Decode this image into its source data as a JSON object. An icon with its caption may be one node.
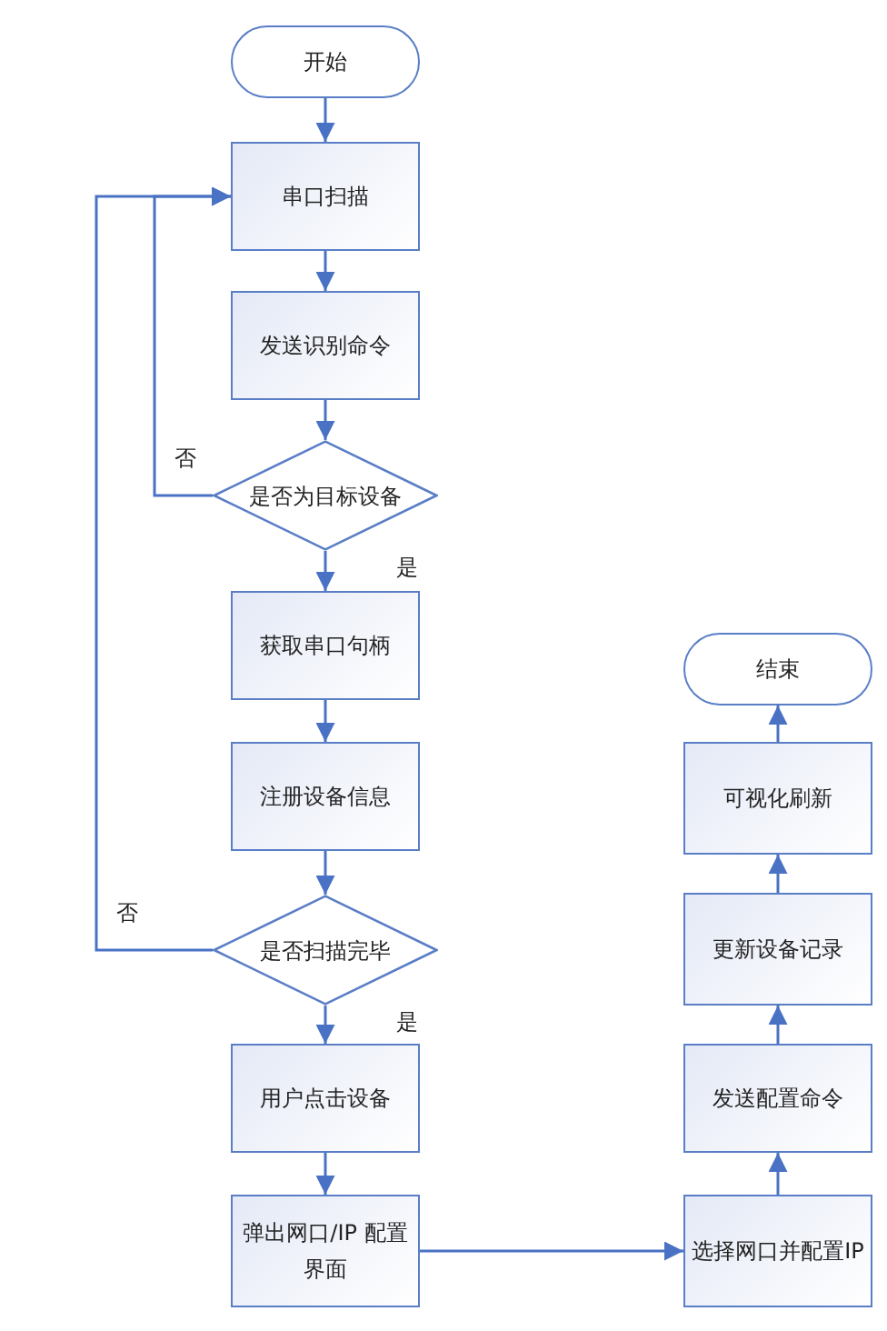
{
  "diagram": {
    "nodes": [
      {
        "text": [
          "开始"
        ]
      },
      {
        "text": [
          "串口扫描"
        ]
      },
      {
        "text": [
          "发送识别命令"
        ]
      },
      {
        "text": [
          "是否为目标设备"
        ]
      },
      {
        "text": [
          "获取串口句柄"
        ]
      },
      {
        "text": [
          "注册设备信息"
        ]
      },
      {
        "text": [
          "是否扫描完毕"
        ]
      },
      {
        "text": [
          "用户点击设备"
        ]
      },
      {
        "text": [
          "弹出网口/IP 配置界面"
        ]
      },
      {
        "text": [
          "选择网口并配置IP"
        ]
      },
      {
        "text": [
          "发送配置命令"
        ]
      },
      {
        "text": [
          "更新设备记录"
        ]
      },
      {
        "text": [
          "可视化刷新"
        ]
      },
      {
        "text": [
          "结束"
        ]
      }
    ],
    "edges": [
      {
        "from": 0,
        "to": 1,
        "arrow": "to"
      },
      {
        "from": 1,
        "to": 2,
        "arrow": "to"
      },
      {
        "from": 2,
        "to": 3,
        "arrow": "to"
      },
      {
        "from": 3,
        "to": 4,
        "arrow": "to",
        "label": "是"
      },
      {
        "from": 3,
        "to": 1,
        "arrow": "to",
        "label": "否"
      },
      {
        "from": 4,
        "to": 5,
        "arrow": "to"
      },
      {
        "from": 5,
        "to": 6,
        "arrow": "to"
      },
      {
        "from": 6,
        "to": 1,
        "arrow": "to",
        "label": "否"
      },
      {
        "from": 6,
        "to": 7,
        "arrow": "to",
        "label": "是"
      },
      {
        "from": 7,
        "to": 8,
        "arrow": "to"
      },
      {
        "from": 8,
        "to": 9,
        "arrow": "to"
      },
      {
        "from": 9,
        "to": 10,
        "arrow": "to"
      },
      {
        "from": 10,
        "to": 11,
        "arrow": "to"
      },
      {
        "from": 11,
        "to": 12,
        "arrow": "to"
      },
      {
        "from": 12,
        "to": 13,
        "arrow": "to"
      }
    ]
  }
}
